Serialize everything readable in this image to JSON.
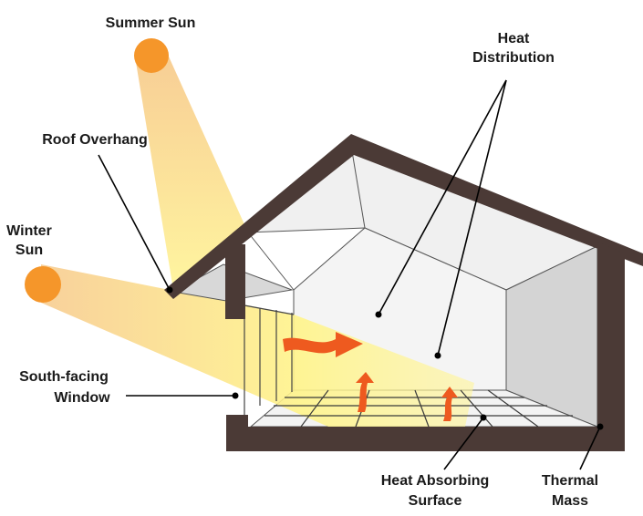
{
  "labels": {
    "summer_sun": "Summer Sun",
    "heat_distribution": [
      "Heat",
      "Distribution"
    ],
    "roof_overhang": "Roof Overhang",
    "winter_sun": [
      "Winter",
      "Sun"
    ],
    "south_facing_window": [
      "South-facing",
      "Window"
    ],
    "heat_absorbing_surface": [
      "Heat Absorbing",
      "Surface"
    ],
    "thermal_mass": [
      "Thermal",
      "Mass"
    ]
  },
  "colors": {
    "sun": "#f5962a",
    "beam_light": "#fff59a",
    "beam_warm": "#f7d48a",
    "wall": "#4b3a36",
    "heat_arrow": "#ee5a1f",
    "interior": "#f2f2f2",
    "side_wall": "#d4d4d4",
    "floor_glow": "#f6e58a"
  },
  "icons": [
    "sun-icon",
    "heat-arrow-icon"
  ]
}
